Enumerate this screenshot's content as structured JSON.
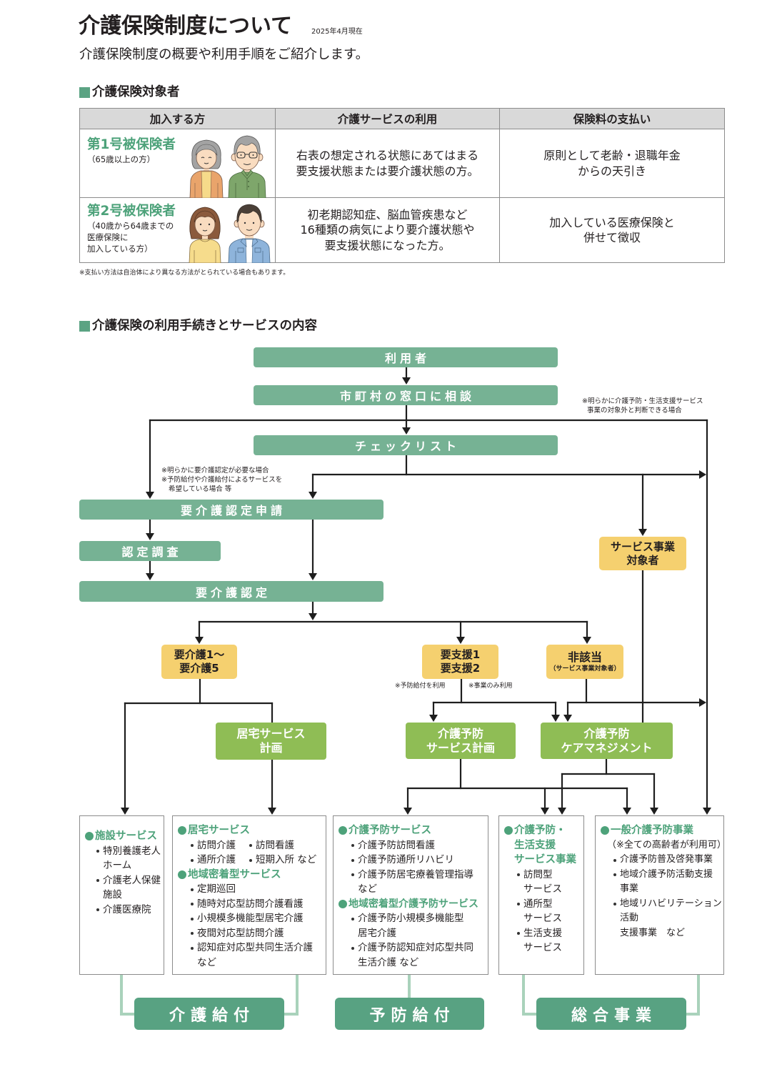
{
  "header": {
    "title": "介護保険制度について",
    "as_of": "2025年4月現在",
    "subtitle": "介護保険制度の概要や利用手順をご紹介します。"
  },
  "colors": {
    "accent": "#5BA383",
    "heading_green": "#4DA27A",
    "flow_box": "#76B294",
    "level_box": "#F5D06F",
    "plan_box": "#8FBD55",
    "category_box": "#58A282",
    "category_link": "#A9D2BB",
    "table_header": "#D9D9D9"
  },
  "insured": {
    "heading": "介護保険対象者",
    "columns": [
      "加入する方",
      "介護サービスの利用",
      "保険料の支払い"
    ],
    "rows": [
      {
        "category": "第1号被保険者",
        "condition": [
          "（65歳以上の方）"
        ],
        "service_use": [
          "右表の想定される状態にあてはまる",
          "要支援状態または要介護状態の方。"
        ],
        "premium": [
          "原則として老齢・退職年金",
          "からの天引き"
        ],
        "illustration": "elderly-couple"
      },
      {
        "category": "第2号被保険者",
        "condition": [
          "（40歳から64歳までの",
          "医療保険に",
          "加入している方）"
        ],
        "service_use": [
          "初老期認知症、脳血管疾患など",
          "16種類の病気により要介護状態や",
          "要支援状態になった方。"
        ],
        "premium": [
          "加入している医療保険と",
          "併せて徴収"
        ],
        "illustration": "middle-aged-couple"
      }
    ],
    "footnote": "※支払い方法は自治体により異なる方法がとられている場合もあります。"
  },
  "procedure": {
    "heading": "介護保険の利用手続きとサービスの内容",
    "steps": {
      "user": "利用者",
      "consult": "市町村の窓口に相談",
      "checklist": "チェックリスト",
      "application": "要介護認定申請",
      "survey": "認定調査",
      "certification": "要介護認定"
    },
    "outcomes": {
      "care_levels": [
        "要介護1～",
        "要介護5"
      ],
      "support_levels": [
        "要支援1",
        "要支援2"
      ],
      "not_applicable": "非該当",
      "not_applicable_note": "（サービス事業対象者）",
      "service_business_target": [
        "サービス事業",
        "対象者"
      ]
    },
    "plans": {
      "home_service_plan": [
        "居宅サービス",
        "計画"
      ],
      "prevention_service_plan": [
        "介護予防",
        "サービス計画"
      ],
      "prevention_care_management": [
        "介護予防",
        "ケアマネジメント"
      ]
    },
    "notes": {
      "outside_business": [
        "※明らかに介護予防・生活支援サービス",
        "事業の対象外と判断できる場合"
      ],
      "certification_needed": [
        "※明らかに要介護認定が必要な場合",
        "※予防給付や介護給付によるサービスを",
        "希望している場合 等"
      ],
      "uses_prevention_benefit": "※予防給付を利用",
      "business_only": "※事業のみ利用"
    },
    "services": [
      {
        "groups": [
          {
            "heading": [
              "施設サービス"
            ],
            "items": [
              [
                "特別養護老人",
                "ホーム"
              ],
              [
                "介護老人保健",
                "施設"
              ],
              [
                "介護医療院"
              ]
            ]
          }
        ]
      },
      {
        "groups": [
          {
            "heading": [
              "居宅サービス"
            ],
            "items": [
              [
                "訪問介護"
              ],
              [
                "訪問看護"
              ],
              [
                "通所介護"
              ],
              [
                "短期入所 など"
              ]
            ]
          },
          {
            "heading": [
              "地域密着型サービス"
            ],
            "items": [
              [
                "定期巡回"
              ],
              [
                "随時対応型訪問介護看護"
              ],
              [
                "小規模多機能型居宅介護"
              ],
              [
                "夜間対応型訪問介護"
              ],
              [
                "認知症対応型共同生活介護",
                "など"
              ]
            ]
          }
        ]
      },
      {
        "groups": [
          {
            "heading": [
              "介護予防サービス"
            ],
            "items": [
              [
                "介護予防訪問看護"
              ],
              [
                "介護予防通所リハビリ"
              ],
              [
                "介護予防居宅療養管理指導",
                "など"
              ]
            ]
          },
          {
            "heading": [
              "地域密着型介護予防サービス"
            ],
            "items": [
              [
                "介護予防小規模多機能型",
                "居宅介護"
              ],
              [
                "介護予防認知症対応型共同",
                "生活介護 など"
              ]
            ]
          }
        ]
      },
      {
        "groups": [
          {
            "heading": [
              "介護予防・",
              "生活支援",
              "サービス事業"
            ],
            "items": [
              [
                "訪問型",
                "サービス"
              ],
              [
                "通所型",
                "サービス"
              ],
              [
                "生活支援",
                "サービス"
              ]
            ]
          }
        ]
      },
      {
        "groups": [
          {
            "heading": [
              "一般介護予防事業"
            ],
            "note": "（※全ての高齢者が利用可）",
            "items": [
              [
                "介護予防普及啓発事業"
              ],
              [
                "地域介護予防活動支援",
                "事業"
              ],
              [
                "地域リハビリテーション",
                "活動",
                "支援事業　など"
              ]
            ]
          }
        ]
      }
    ],
    "benefit_categories": [
      "介護給付",
      "予防給付",
      "総合事業"
    ]
  }
}
